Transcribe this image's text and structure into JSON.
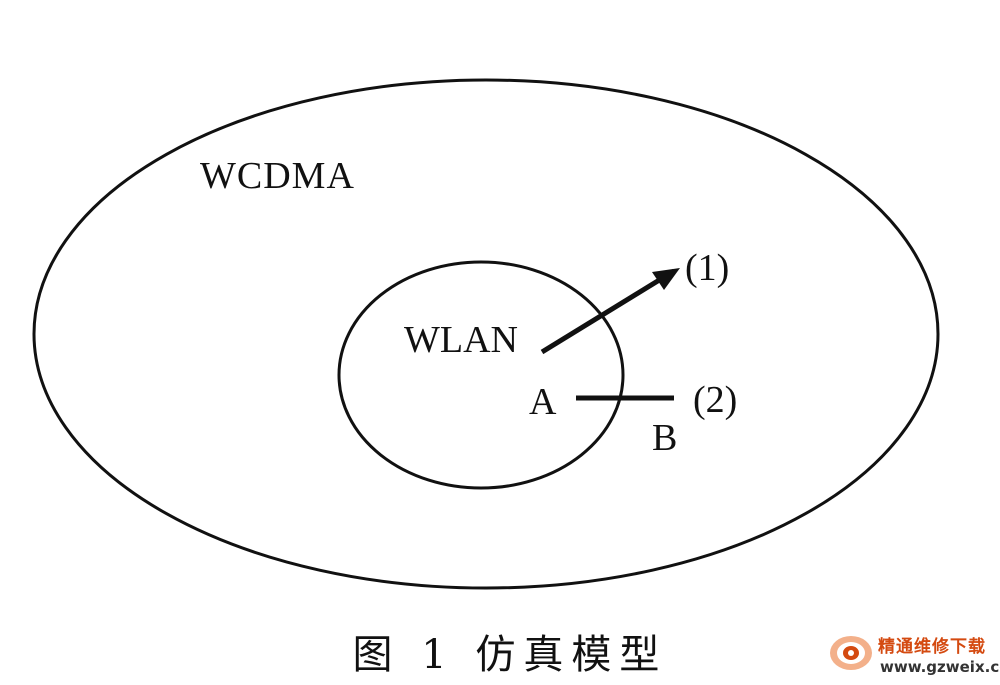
{
  "diagram": {
    "outer_label": "WCDMA",
    "inner_label": "WLAN",
    "path1_label": "(1)",
    "path2_label": "(2)",
    "point_a": "A",
    "point_b": "B"
  },
  "caption": "图 1 仿真模型",
  "watermark": {
    "title": "精通维修下载",
    "url": "www.gzweix.com"
  },
  "colors": {
    "line": "#111111",
    "watermark_accent": "#d44a10"
  }
}
